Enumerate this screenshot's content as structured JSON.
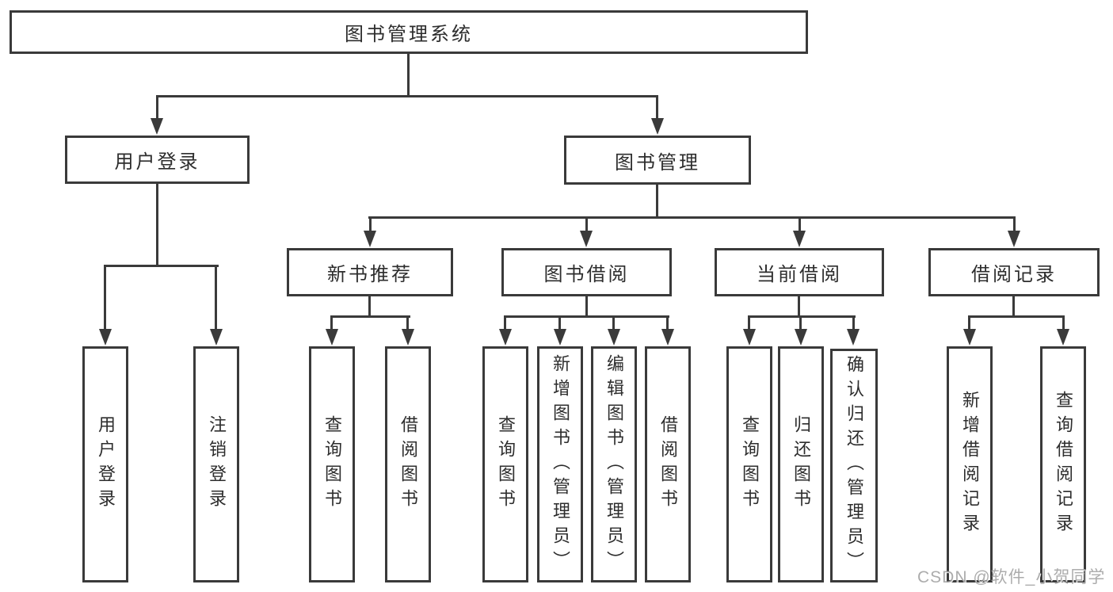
{
  "tree": {
    "root": {
      "label": "图书管理系统",
      "children": [
        {
          "label": "用户登录",
          "children": [
            {
              "label": "用户登录"
            },
            {
              "label": "注销登录"
            }
          ]
        },
        {
          "label": "图书管理",
          "children": [
            {
              "label": "新书推荐",
              "children": [
                {
                  "label": "查询图书"
                },
                {
                  "label": "借阅图书"
                }
              ]
            },
            {
              "label": "图书借阅",
              "children": [
                {
                  "label": "查询图书"
                },
                {
                  "label": "新增图书（管理员）"
                },
                {
                  "label": "编辑图书（管理员）"
                },
                {
                  "label": "借阅图书"
                }
              ]
            },
            {
              "label": "当前借阅",
              "children": [
                {
                  "label": "查询图书"
                },
                {
                  "label": "归还图书"
                },
                {
                  "label": "确认归还（管理员）"
                }
              ]
            },
            {
              "label": "借阅记录",
              "children": [
                {
                  "label": "新增借阅记录"
                },
                {
                  "label": "查询借阅记录"
                }
              ]
            }
          ]
        }
      ]
    }
  },
  "watermark": "CSDN @软件_小贺同学",
  "colors": {
    "line": "#3a3a3a",
    "box_border": "#3a3a3a",
    "text": "#2d2d2d",
    "background": "#ffffff",
    "watermark": "#9e9e9e"
  }
}
